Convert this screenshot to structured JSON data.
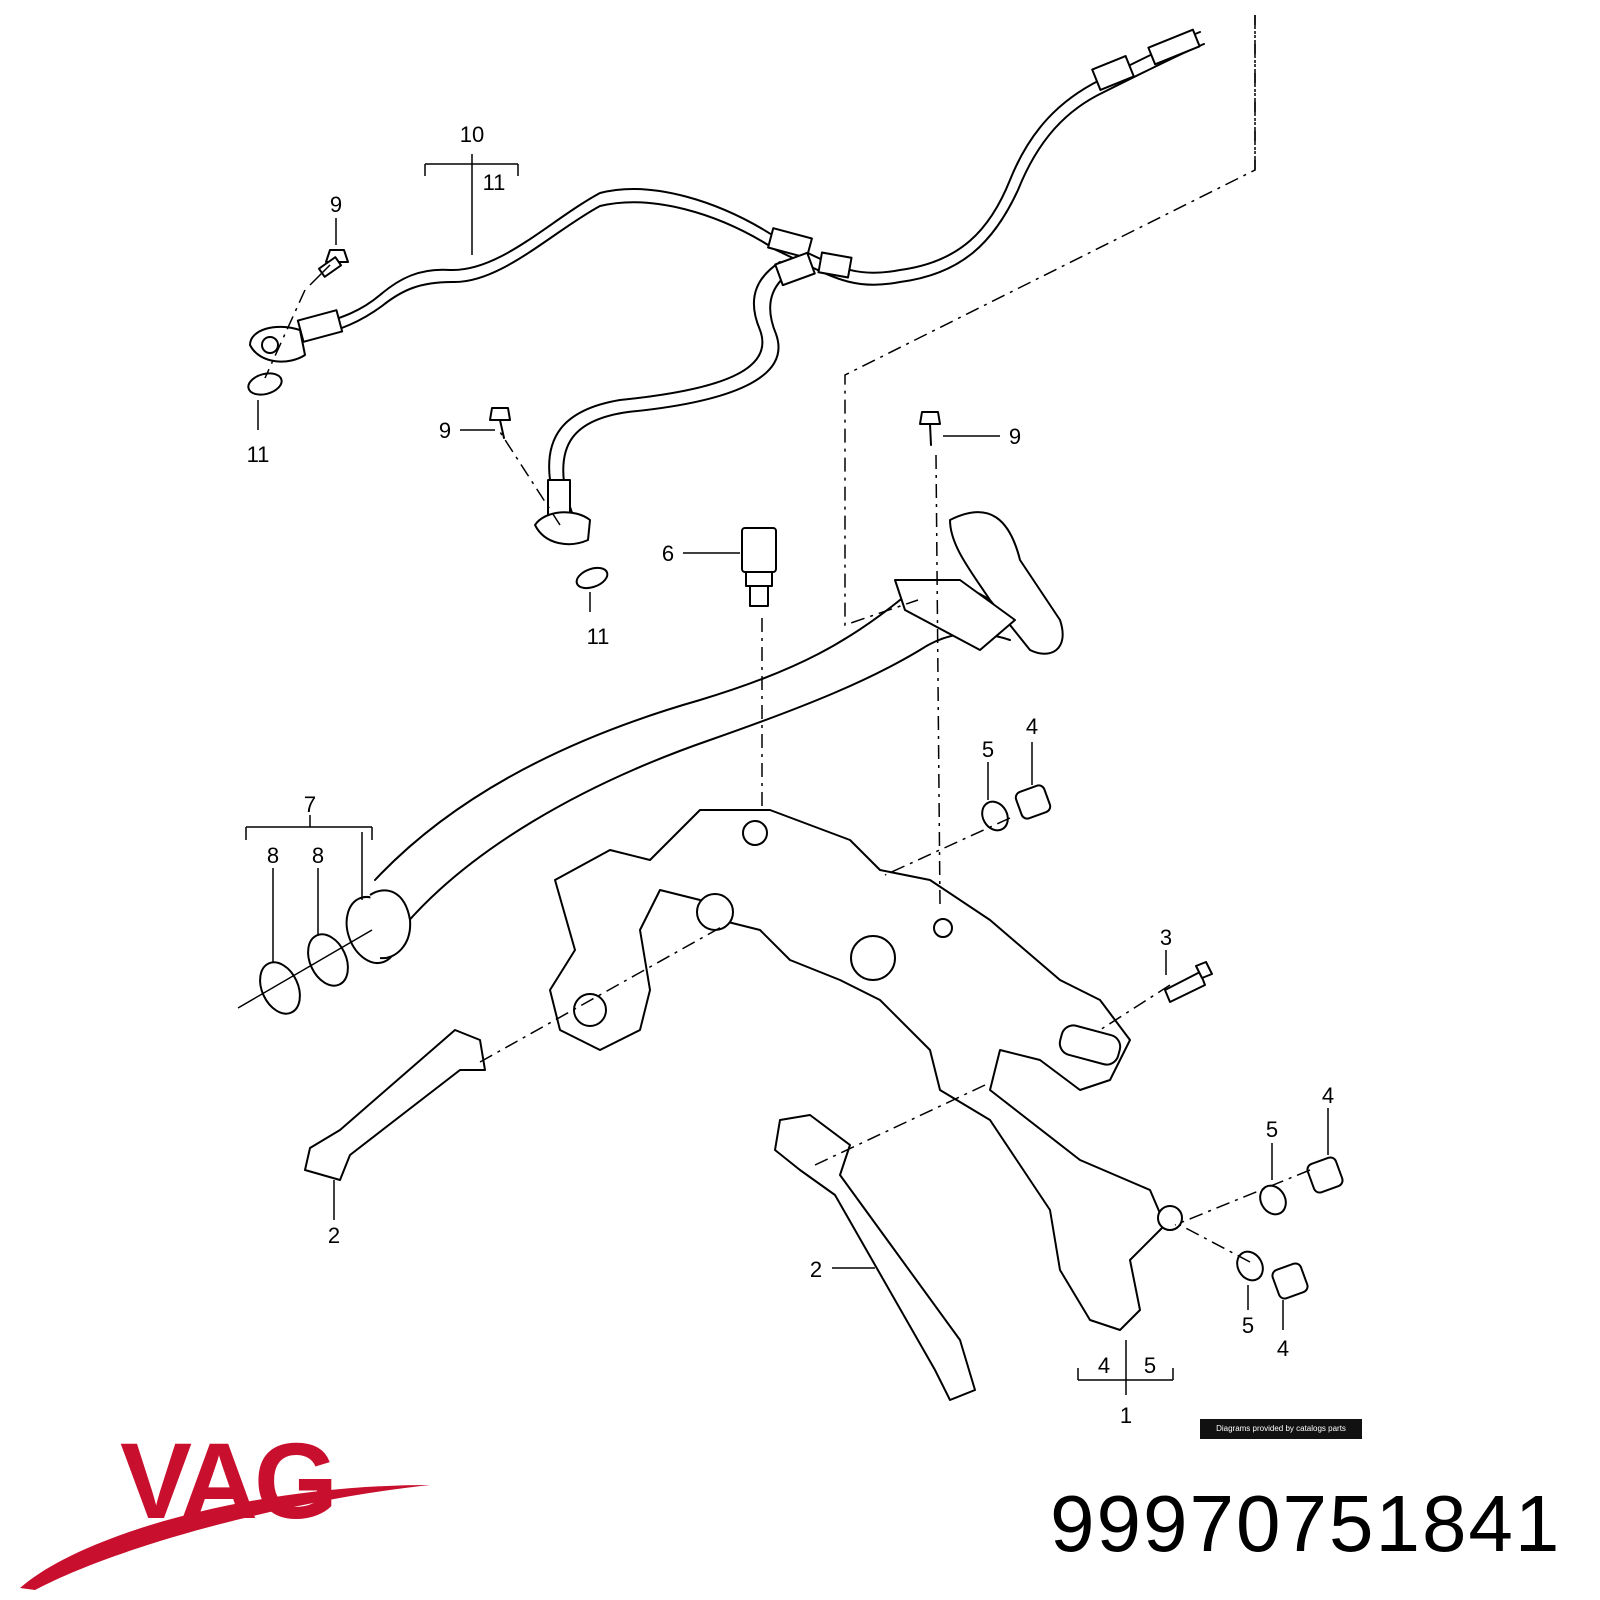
{
  "callouts": [
    {
      "id": "c10",
      "text": "10"
    },
    {
      "id": "c11a",
      "text": "11"
    },
    {
      "id": "c9a",
      "text": "9"
    },
    {
      "id": "c11b",
      "text": "11"
    },
    {
      "id": "c9b",
      "text": "9"
    },
    {
      "id": "c11c",
      "text": "11"
    },
    {
      "id": "c9c",
      "text": "9"
    },
    {
      "id": "c6",
      "text": "6"
    },
    {
      "id": "c7",
      "text": "7"
    },
    {
      "id": "c8a",
      "text": "8"
    },
    {
      "id": "c8b",
      "text": "8"
    },
    {
      "id": "c5a",
      "text": "5"
    },
    {
      "id": "c4a",
      "text": "4"
    },
    {
      "id": "c3",
      "text": "3"
    },
    {
      "id": "c2a",
      "text": "2"
    },
    {
      "id": "c2b",
      "text": "2"
    },
    {
      "id": "c4b",
      "text": "4"
    },
    {
      "id": "c5b",
      "text": "5"
    },
    {
      "id": "c5c",
      "text": "5"
    },
    {
      "id": "c4c",
      "text": "4"
    },
    {
      "id": "c4d",
      "text": "4"
    },
    {
      "id": "c5d",
      "text": "5"
    },
    {
      "id": "c1",
      "text": "1"
    }
  ],
  "credit": "Diagrams provided by catalogs parts",
  "brand": {
    "name": "VAG",
    "color": "#c8102e"
  },
  "part_number": "99970751841"
}
